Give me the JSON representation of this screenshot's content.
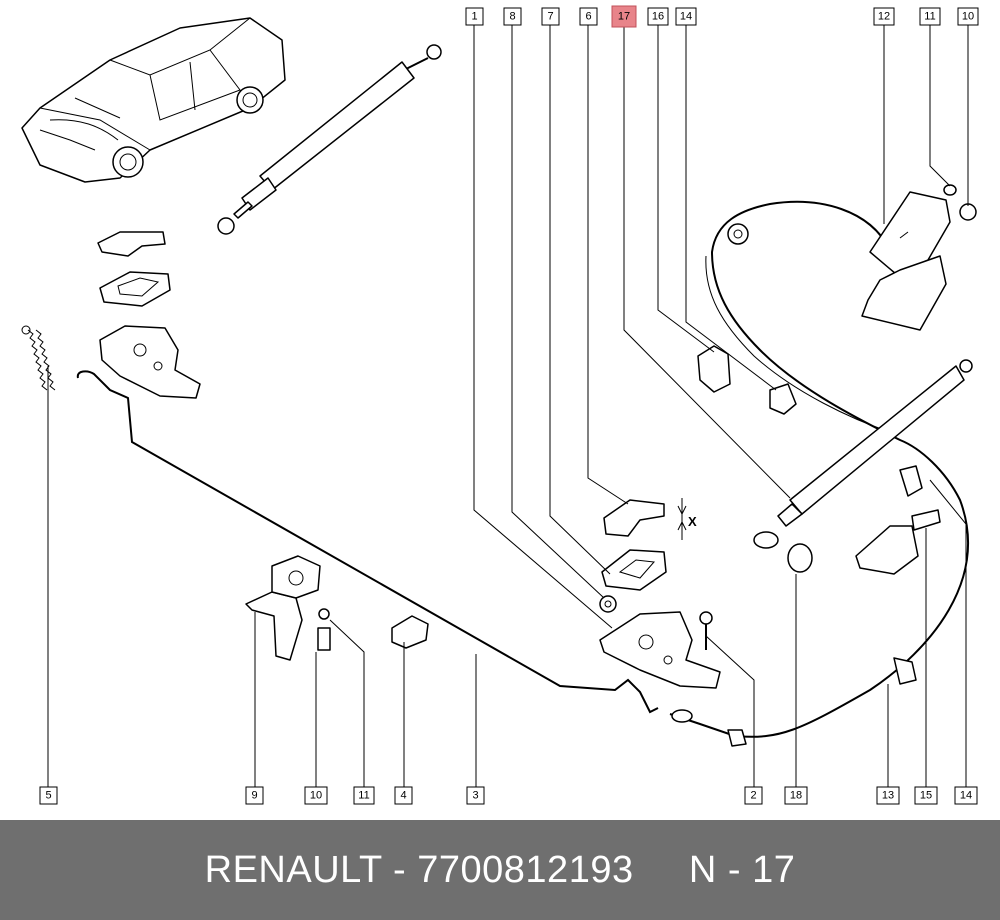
{
  "callouts_top": [
    "1",
    "8",
    "7",
    "6",
    "17",
    "16",
    "14",
    "12",
    "11",
    "10"
  ],
  "callouts_bottom": [
    "5",
    "9",
    "10",
    "11",
    "4",
    "3",
    "2",
    "18",
    "13",
    "15",
    "14"
  ],
  "highlighted_callout": "17",
  "dimension_label": "X",
  "footer": {
    "brand": "RENAULT",
    "part_number": "7700812193",
    "ref": "N - 17",
    "text": "RENAULT - 7700812193     N - 17"
  },
  "colors": {
    "highlight": "#e8848a",
    "footer_bg": "#6f6f6f",
    "footer_text": "#ffffff"
  }
}
